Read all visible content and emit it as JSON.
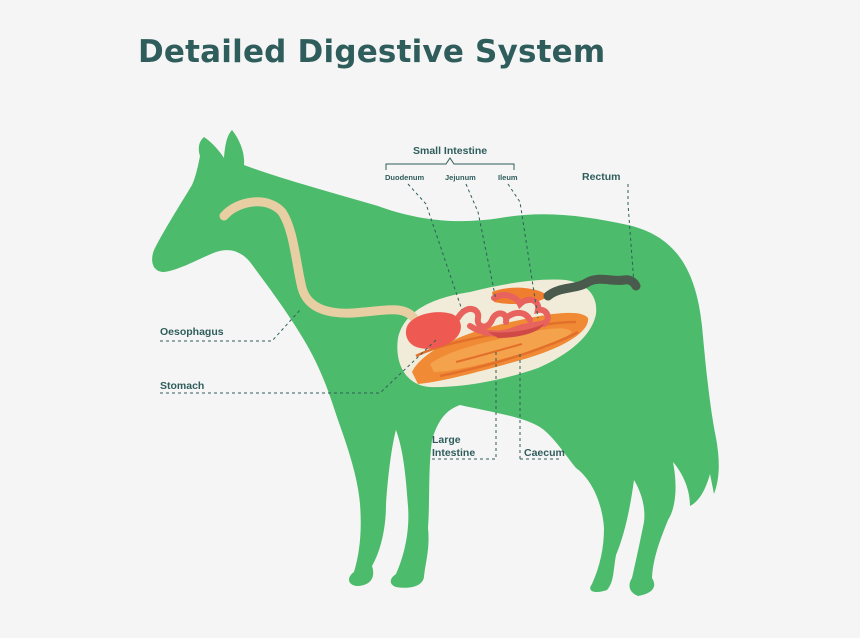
{
  "title": "Detailed Digestive System",
  "labels": {
    "small_intestine": "Small Intestine",
    "duodenum": "Duodenum",
    "jejunum": "Jejunum",
    "ileum": "Ileum",
    "rectum": "Rectum",
    "oesophagus": "Oesophagus",
    "stomach": "Stomach",
    "large_intestine_line1": "Large",
    "large_intestine_line2": "Intestine",
    "caecum": "Caecum"
  },
  "colors": {
    "background": "#f5f5f5",
    "horse_body": "#4cbb6c",
    "title_and_labels": "#2f5d5c",
    "oesophagus": "#e8cfa3",
    "cavity": "#f1ecd9",
    "stomach": "#ee5a52",
    "small_intestine": "#e8625e",
    "large_intestine": "#f08a35",
    "rectum": "#4a5a4c"
  }
}
